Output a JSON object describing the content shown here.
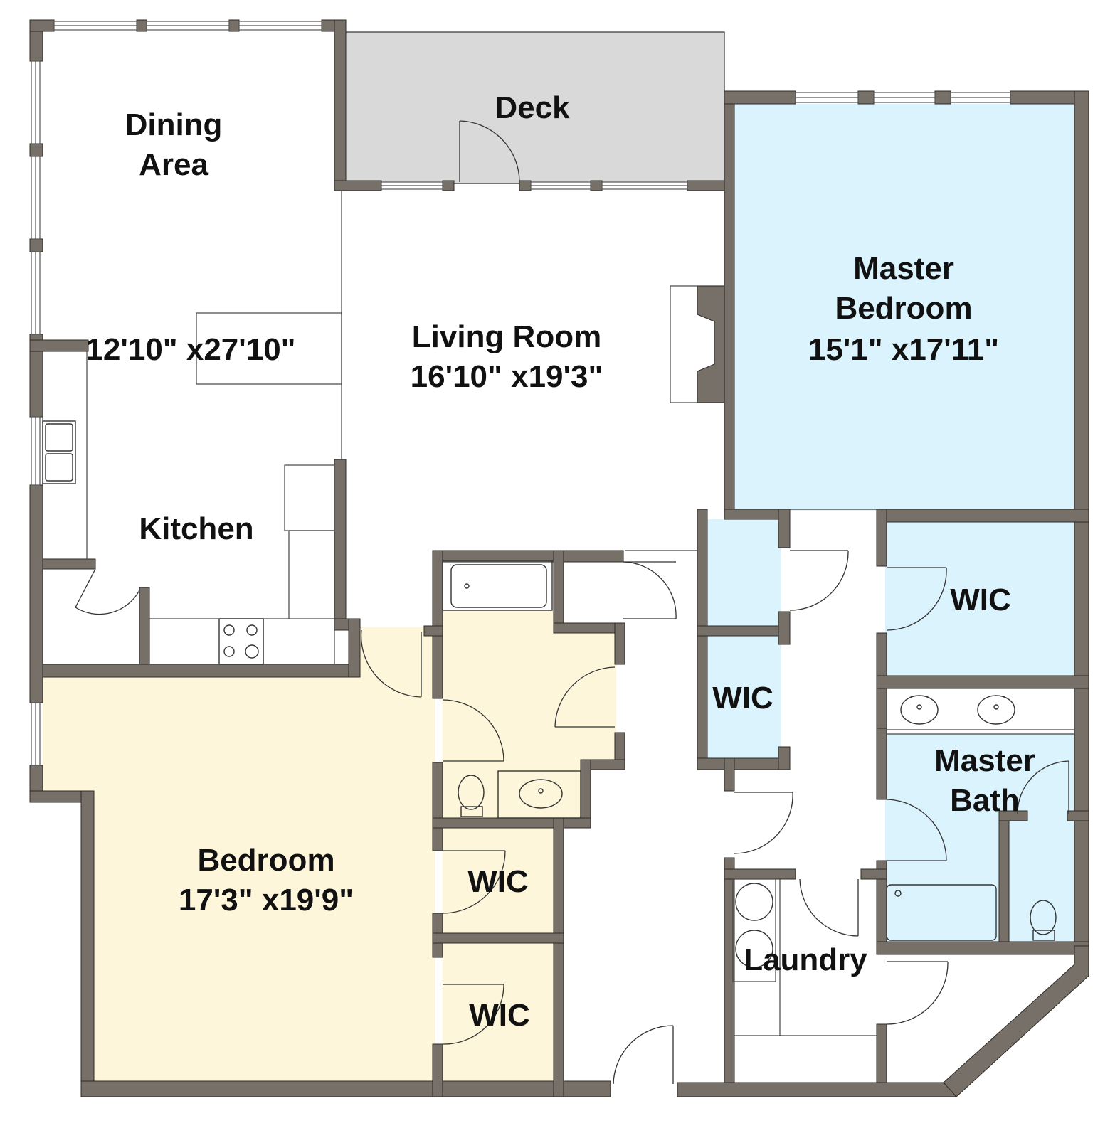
{
  "colors": {
    "wall": "#777068",
    "wall_edge": "#2e2a26",
    "deck_fill": "#d9d9d9",
    "master_fill": "#daf3fd",
    "bedroom_fill": "#fdf6da",
    "floor_fill": "#ffffff"
  },
  "rooms": {
    "dining": {
      "name_line1": "Dining",
      "name_line2": "Area"
    },
    "dining_kitchen_size": "12'10\" x27'10\"",
    "deck": {
      "name": "Deck"
    },
    "living": {
      "name": "Living Room",
      "size": "16'10\" x19'3\""
    },
    "master_bedroom": {
      "name_line1": "Master",
      "name_line2": "Bedroom",
      "size": "15'1\" x17'11\""
    },
    "kitchen": {
      "name": "Kitchen"
    },
    "master_wic": {
      "name": "WIC"
    },
    "hall_wic": {
      "name": "WIC"
    },
    "master_bath": {
      "name_line1": "Master",
      "name_line2": "Bath"
    },
    "bedroom": {
      "name": "Bedroom",
      "size": "17'3\" x19'9\""
    },
    "bedroom_wic_1": {
      "name": "WIC"
    },
    "bedroom_wic_2": {
      "name": "WIC"
    },
    "laundry": {
      "name": "Laundry"
    }
  },
  "fixtures": [
    "kitchen-sink-icon",
    "range-icon",
    "bathtub-icon",
    "toilet-icon",
    "bath-sink-icon",
    "washer-icon",
    "dryer-icon",
    "fireplace-icon"
  ]
}
